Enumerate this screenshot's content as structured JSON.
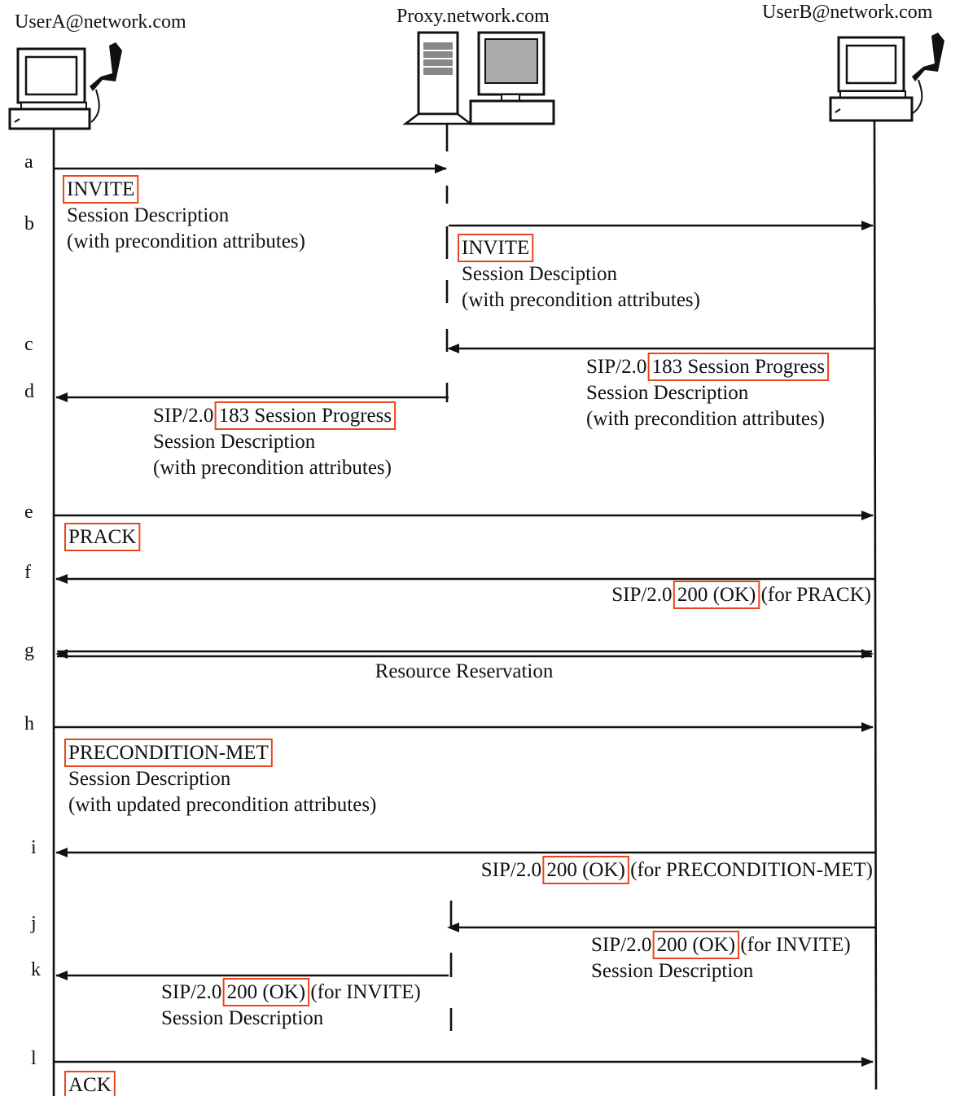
{
  "participants": {
    "user_a": "UserA@network.com",
    "proxy": "Proxy.network.com",
    "user_b": "UserB@network.com"
  },
  "highlight_color": "#e8461c",
  "steps": [
    {
      "id": "a",
      "from": "user_a",
      "to": "proxy",
      "lines": [
        [
          "",
          "INVITE",
          ""
        ],
        [
          "Session Description"
        ],
        [
          "(with precondition attributes)"
        ]
      ]
    },
    {
      "id": "b",
      "from": "proxy",
      "to": "user_b",
      "lines": [
        [
          "",
          "INVITE",
          ""
        ],
        [
          "Session Desciption"
        ],
        [
          "(with precondition attributes)"
        ]
      ]
    },
    {
      "id": "c",
      "from": "user_b",
      "to": "proxy",
      "lines": [
        [
          "SIP/2.0 ",
          "183 Session Progress",
          ""
        ],
        [
          "Session Description"
        ],
        [
          "(with precondition attributes)"
        ]
      ]
    },
    {
      "id": "d",
      "from": "proxy",
      "to": "user_a",
      "lines": [
        [
          "SIP/2.0 ",
          "183 Session Progress",
          ""
        ],
        [
          "Session Description"
        ],
        [
          "(with precondition attributes)"
        ]
      ]
    },
    {
      "id": "e",
      "from": "user_a",
      "to": "user_b",
      "lines": [
        [
          "",
          "PRACK",
          ""
        ]
      ]
    },
    {
      "id": "f",
      "from": "user_b",
      "to": "user_a",
      "lines": [
        [
          "SIP/2.0 ",
          "200 (OK)",
          " (for PRACK)"
        ]
      ]
    },
    {
      "id": "g",
      "from": "user_a",
      "to": "user_b",
      "bidirectional": true,
      "lines": [
        [
          "Resource Reservation"
        ]
      ]
    },
    {
      "id": "h",
      "from": "user_a",
      "to": "user_b",
      "lines": [
        [
          "",
          "PRECONDITION-MET",
          ""
        ],
        [
          "Session Description"
        ],
        [
          "(with updated precondition attributes)"
        ]
      ]
    },
    {
      "id": "i",
      "from": "user_b",
      "to": "user_a",
      "lines": [
        [
          "SIP/2.0 ",
          "200 (OK)",
          " (for PRECONDITION-MET)"
        ]
      ]
    },
    {
      "id": "j",
      "from": "user_b",
      "to": "proxy",
      "lines": [
        [
          "SIP/2.0 ",
          "200 (OK)",
          " (for INVITE)"
        ],
        [
          "Session Description"
        ]
      ]
    },
    {
      "id": "k",
      "from": "proxy",
      "to": "user_a",
      "lines": [
        [
          "SIP/2.0 ",
          "200 (OK)",
          " (for INVITE)"
        ],
        [
          "Session Description"
        ]
      ]
    },
    {
      "id": "l",
      "from": "user_a",
      "to": "user_b",
      "lines": [
        [
          "",
          "ACK",
          ""
        ]
      ]
    }
  ]
}
